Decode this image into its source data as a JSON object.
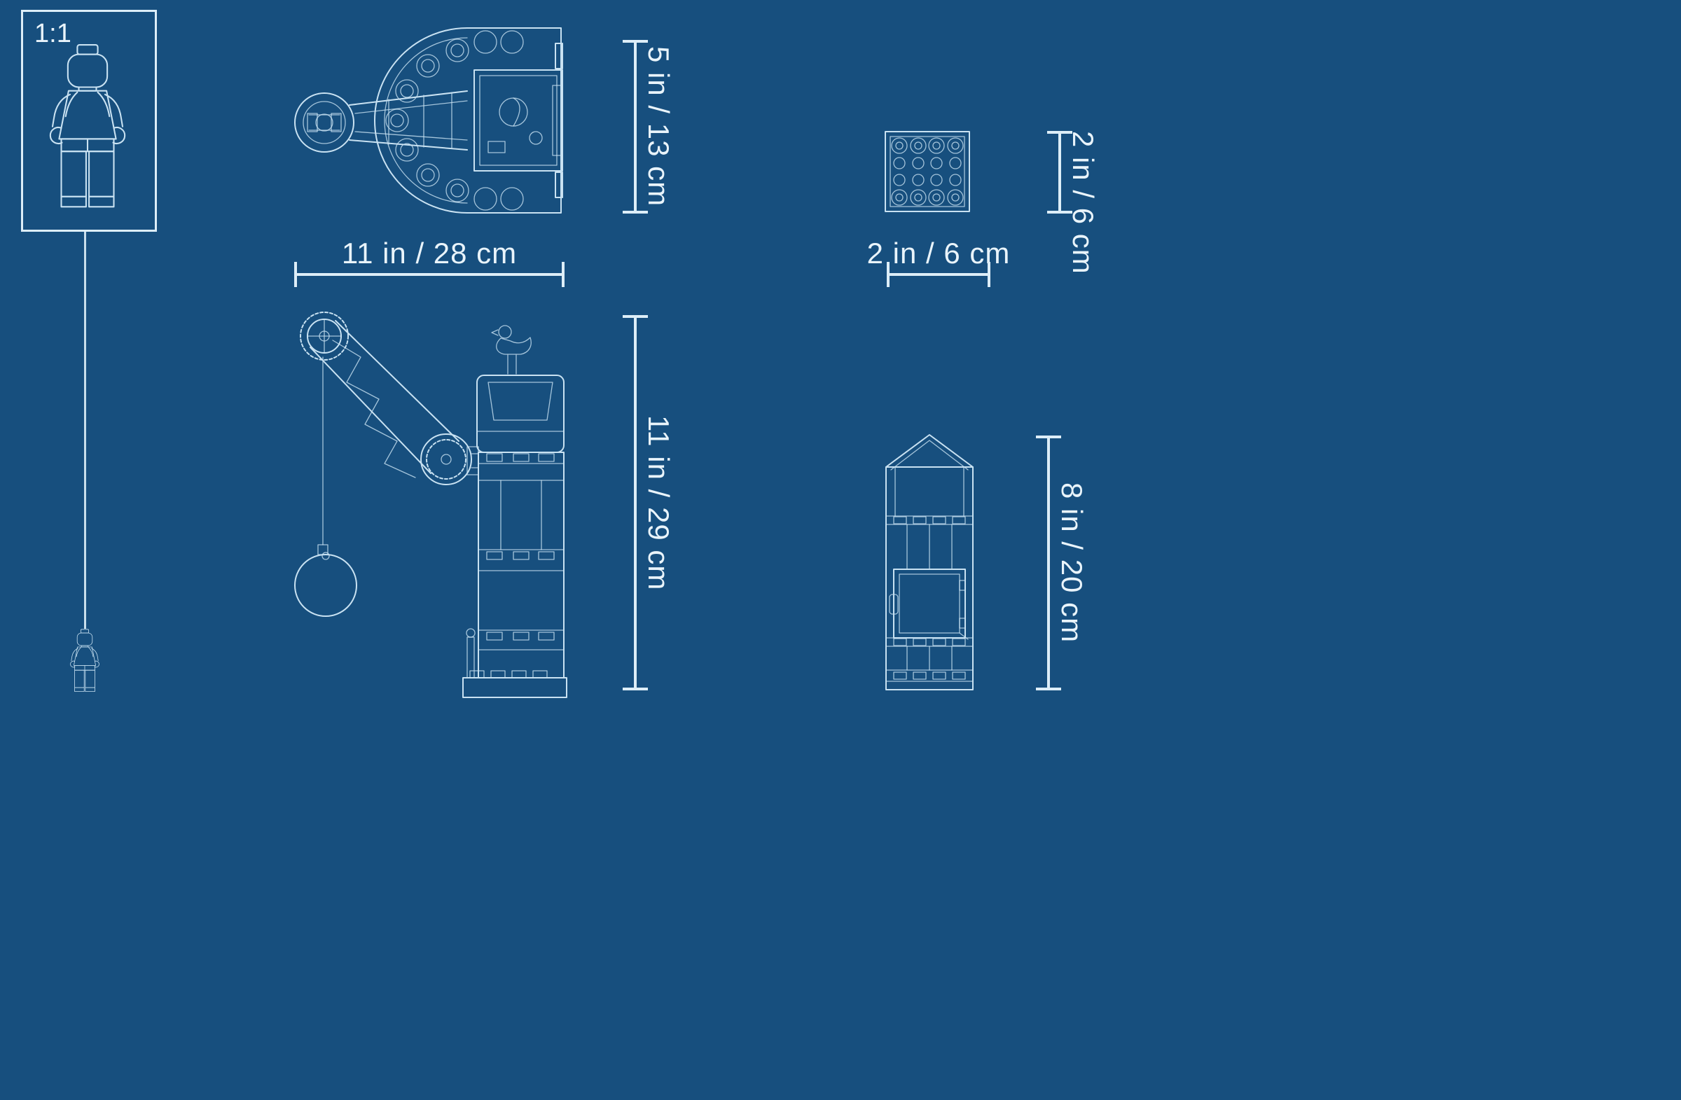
{
  "page": {
    "background_color": "#174F7E",
    "line_color": "#DDEEF8",
    "text_color": "#E9F4FB",
    "drawing_stroke_color": "#C9E2F2"
  },
  "scale_reference": {
    "label": "1:1"
  },
  "dimensions": {
    "crane_top_view_height": "5 in / 13 cm",
    "crane_top_view_width": "11 in / 28 cm",
    "crane_side_view_height": "11 in / 29 cm",
    "plate_height": "2 in / 6 cm",
    "plate_width": "2 in / 6 cm",
    "tower_height": "8 in / 20 cm"
  },
  "drawings": {
    "scale_figure": "minifigure-1-to-1",
    "small_figure": "minifigure-set-scale",
    "top_view": "crane-top-view",
    "side_view": "crane-with-wrecking-ball-side-view",
    "plate": "plate-top-view",
    "tower": "tower-wall-side-view"
  }
}
